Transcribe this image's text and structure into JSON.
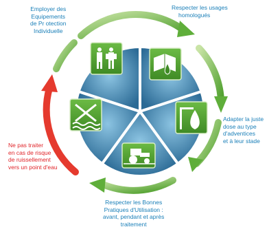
{
  "colors": {
    "text_blue": "#1a7fb8",
    "text_red": "#e0252a",
    "arrow_green": "#5fae3a",
    "arrow_green_light": "#a9d27c",
    "arrow_red": "#e53a2e",
    "pie_light": "#6fb0d3",
    "pie_dark": "#2f6f99",
    "tile_bg": "#5aa53a"
  },
  "segments": [
    {
      "icon": "protective-equipment-icon",
      "lines": [
        "Employer des",
        "Equipements",
        "de Pr otection",
        "Individuelle"
      ]
    },
    {
      "icon": "book-drop-icon",
      "lines": [
        "Respecter les usages",
        "homologués"
      ]
    },
    {
      "icon": "sprayer-drop-icon",
      "lines": [
        "Adapter la juste",
        "dose au type",
        "d'adventices",
        "et à leur stade"
      ]
    },
    {
      "icon": "tractor-icon",
      "lines": [
        "Respecter les Bonnes",
        "Pratiques d'Utilisation :",
        "avant, pendant et après",
        "traitement"
      ]
    },
    {
      "icon": "no-water-icon",
      "lines": [
        "Ne pas traiter",
        "en cas de risque",
        "de ruissellement",
        "vers un point d'eau"
      ]
    }
  ]
}
